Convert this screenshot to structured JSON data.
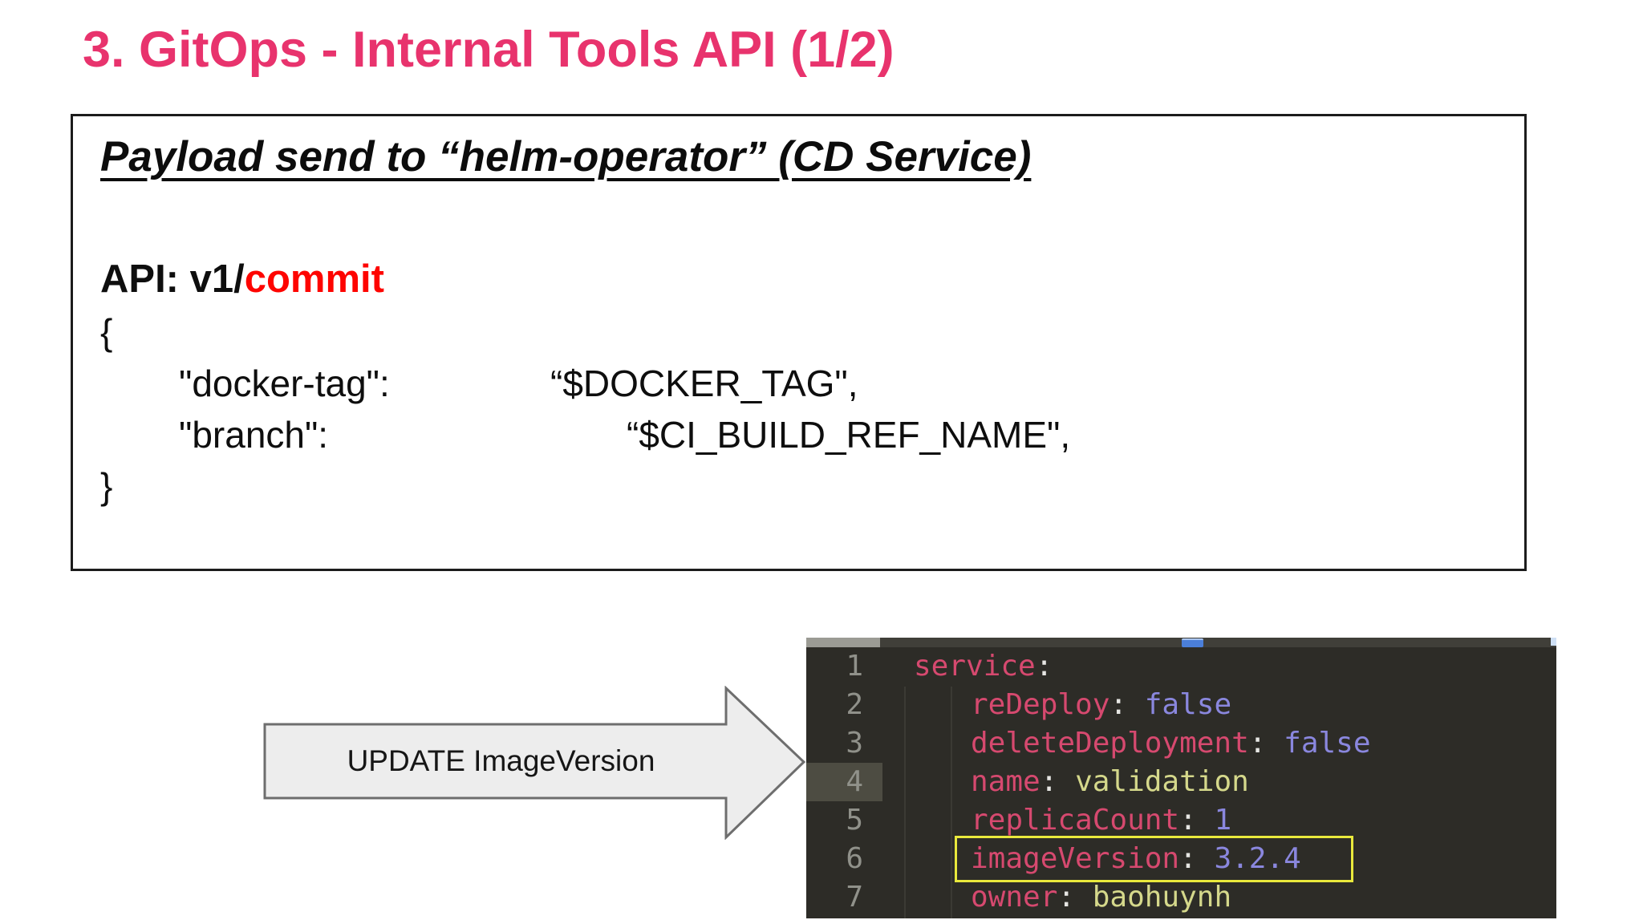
{
  "title": "3. GitOps - Internal Tools API (1/2)",
  "payload_box": {
    "heading": "Payload send to “helm-operator” (CD Service)",
    "api_label": "API: v1/",
    "api_endpoint": "commit",
    "brace_open": "{",
    "brace_close": "}",
    "entries": [
      {
        "key": "\"docker-tag\":",
        "value": "“$DOCKER_TAG\","
      },
      {
        "key": "\"branch\":",
        "value": "“$CI_BUILD_REF_NAME\","
      }
    ]
  },
  "arrow": {
    "label": "UPDATE ImageVersion"
  },
  "editor": {
    "colon_char": ":",
    "lines": [
      {
        "num": "1",
        "indent": 0,
        "key": "service",
        "value": "",
        "value_type": "none"
      },
      {
        "num": "2",
        "indent": 1,
        "key": "reDeploy",
        "value": "false",
        "value_type": "keyword"
      },
      {
        "num": "3",
        "indent": 1,
        "key": "deleteDeployment",
        "value": "false",
        "value_type": "keyword"
      },
      {
        "num": "4",
        "indent": 1,
        "key": "name",
        "value": "validation",
        "value_type": "string",
        "current_line": true
      },
      {
        "num": "5",
        "indent": 1,
        "key": "replicaCount",
        "value": "1",
        "value_type": "keyword"
      },
      {
        "num": "6",
        "indent": 1,
        "key": "imageVersion",
        "value": "3.2.4",
        "value_type": "keyword",
        "highlighted": true
      },
      {
        "num": "7",
        "indent": 1,
        "key": "owner",
        "value": "baohuynh",
        "value_type": "string"
      }
    ]
  },
  "colors": {
    "title_pink": "#e8336d",
    "endpoint_red": "#fe0400",
    "editor_background": "#2d2c27",
    "editor_key": "#d6496f",
    "editor_keyword_value": "#8a87de",
    "editor_string_value": "#d5d88b",
    "editor_line_number": "#90918a",
    "current_line_gutter": "#4d4c42",
    "highlight_box_yellow": "#e9e93c",
    "scroll_marker_blue": "#4b7fd9",
    "arrow_fill": "#ededed",
    "arrow_border": "#6e6e6e"
  }
}
